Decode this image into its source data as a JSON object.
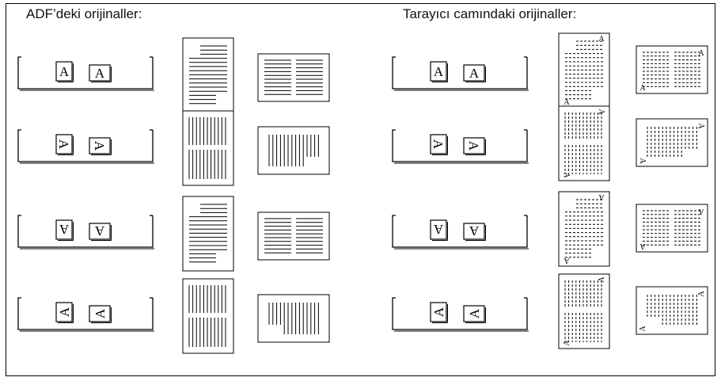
{
  "headings": {
    "adf": "ADF’deki orijinaller:",
    "glass": "Tarayıcı camındaki orijinaller:"
  },
  "letter": "A",
  "orientations": [
    "upright",
    "rotated-left",
    "upside-down",
    "rotated-right"
  ],
  "colors": {
    "line": "#000000",
    "background": "#ffffff"
  }
}
